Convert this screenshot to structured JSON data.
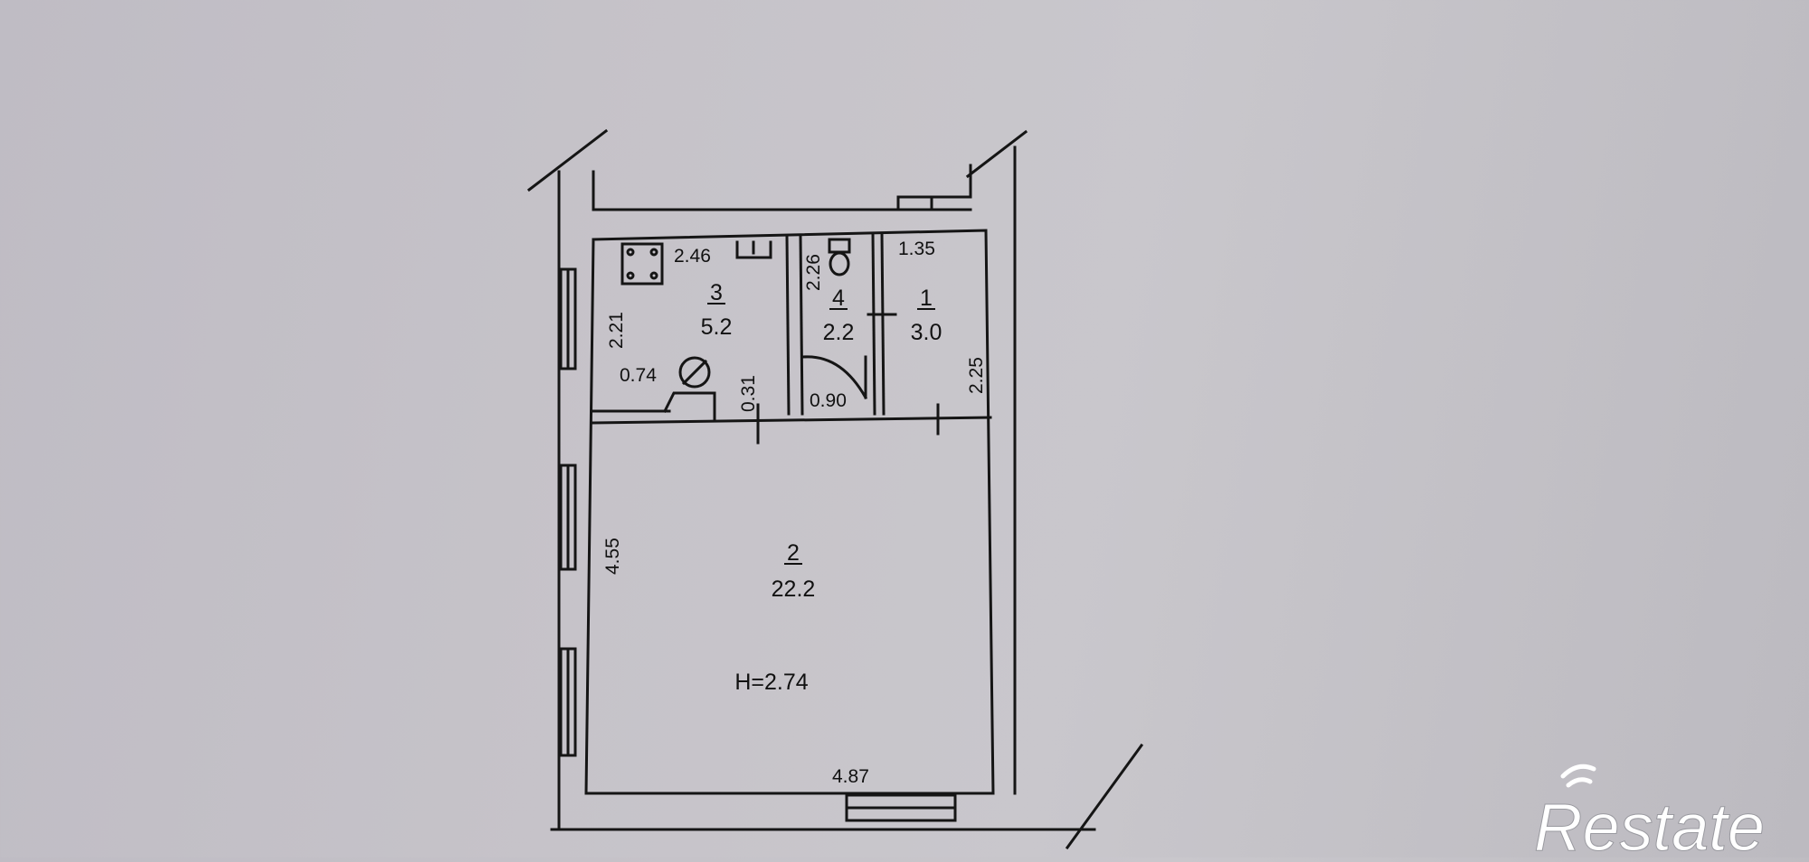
{
  "plan": {
    "rooms": [
      {
        "number": "1",
        "area": "3.0"
      },
      {
        "number": "2",
        "area": "22.2"
      },
      {
        "number": "3",
        "area": "5.2"
      },
      {
        "number": "4",
        "area": "2.2"
      }
    ],
    "ceiling_height": "H=2.74",
    "dimensions": {
      "kitchen_width": "2.46",
      "kitchen_depth": "2.21",
      "bath_depth": "2.26",
      "hall_width": "1.35",
      "hall_depth": "2.25",
      "stove_offset": "0.74",
      "door_kitchen": "0.31",
      "door_bath": "0.90",
      "room_depth": "4.55",
      "room_width": "4.87"
    }
  },
  "watermark": {
    "brand": "Restate"
  },
  "colors": {
    "ink": "#151515",
    "paper": "#c6c3c9"
  }
}
